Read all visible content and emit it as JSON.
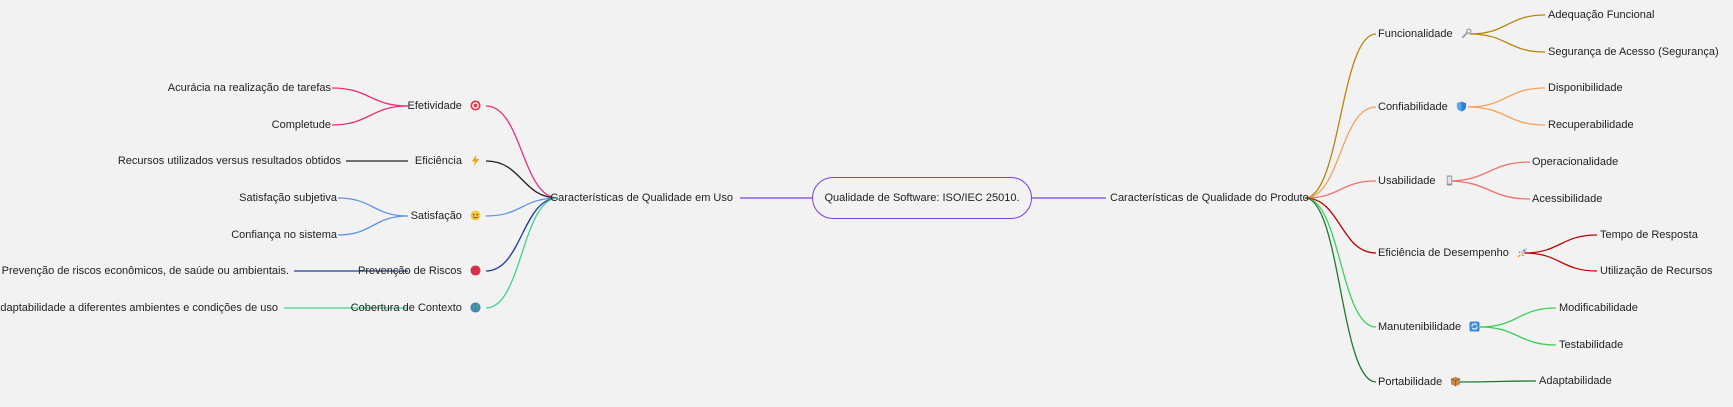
{
  "central": "Qualidade de Software: ISO/IEC 25010.",
  "left_branch": {
    "label": "Características de Qualidade em Uso",
    "children": [
      {
        "label": "Efetividade",
        "icon": "target-icon",
        "color": "#e8317a",
        "items": [
          "Acurácia na realização de tarefas",
          "Completude"
        ]
      },
      {
        "label": "Eficiência",
        "icon": "lightning-icon",
        "color": "#222222",
        "items": [
          "Recursos utilizados versus resultados obtidos"
        ]
      },
      {
        "label": "Satisfação",
        "icon": "smile-icon",
        "color": "#5b93e6",
        "items": [
          "Satisfação subjetiva",
          "Confiança no sistema"
        ]
      },
      {
        "label": "Prevenção de Riscos",
        "icon": "red-circle-icon",
        "color": "#1f3f9a",
        "items": [
          "Prevenção de riscos econômicos, de saúde ou ambientais."
        ]
      },
      {
        "label": "Cobertura de Contexto",
        "icon": "globe-icon",
        "color": "#3fd48a",
        "items": [
          "Adaptabilidade a diferentes ambientes e condições de uso"
        ]
      }
    ]
  },
  "right_branch": {
    "label": "Características de Qualidade do Produto",
    "children": [
      {
        "label": "Funcionalidade",
        "icon": "wrench-icon",
        "color": "#b8860b",
        "items": [
          "Adequação Funcional",
          "Segurança de Acesso (Segurança)"
        ]
      },
      {
        "label": "Confiabilidade",
        "icon": "shield-icon",
        "color": "#f5a35c",
        "items": [
          "Disponibilidade",
          "Recuperabilidade"
        ]
      },
      {
        "label": "Usabilidade",
        "icon": "phone-icon",
        "color": "#f0706a",
        "items": [
          "Operacionalidade",
          "Acessibilidade"
        ]
      },
      {
        "label": "Eficiência de Desempenho",
        "icon": "rocket-icon",
        "color": "#c00000",
        "items": [
          "Tempo de Resposta",
          "Utilização de Recursos"
        ]
      },
      {
        "label": "Manutenibilidade",
        "icon": "refresh-icon",
        "color": "#3ccf5a",
        "items": [
          "Modificabilidade",
          "Testabilidade"
        ]
      },
      {
        "label": "Portabilidade",
        "icon": "package-icon",
        "color": "#1e7a32",
        "items": [
          "Adaptabilidade"
        ]
      }
    ]
  },
  "colors": {
    "central": "#7b3fe4"
  }
}
